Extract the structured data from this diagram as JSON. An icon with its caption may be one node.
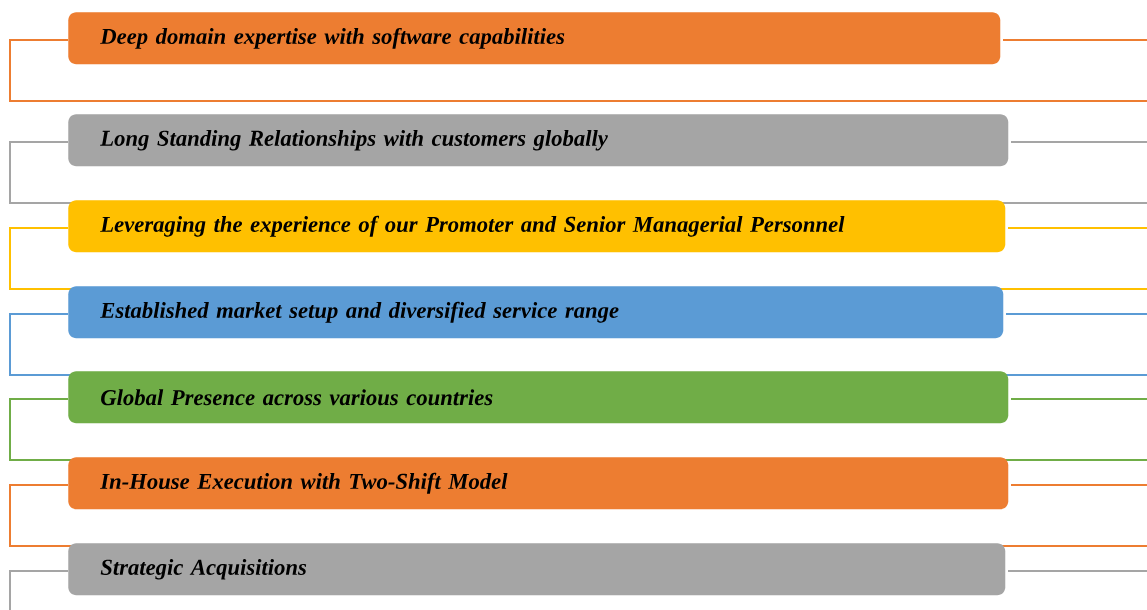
{
  "diagram": {
    "nodes": [
      {
        "text": [
          "Deep domain expertise with software capabilities"
        ]
      },
      {
        "text": [
          "Long Standing Relationships with customers globally"
        ]
      },
      {
        "text": [
          "Leveraging the experience of our Promoter and Senior Managerial Personnel"
        ]
      },
      {
        "text": [
          "Established market setup and diversified service range"
        ]
      },
      {
        "text": [
          "Global Presence across various countries"
        ]
      },
      {
        "text": [
          "In-House Execution with Two-Shift Model"
        ]
      },
      {
        "text": [
          "Strategic Acquisitions"
        ]
      }
    ]
  }
}
